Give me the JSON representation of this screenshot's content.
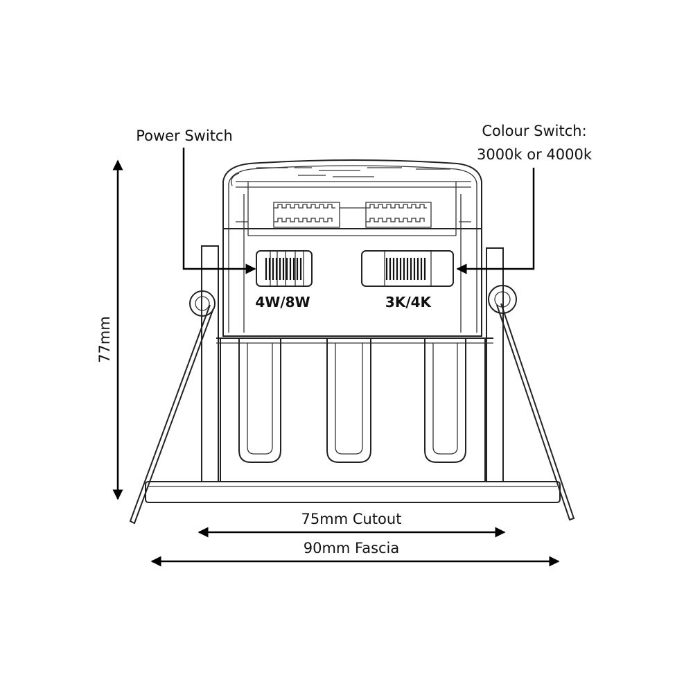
{
  "annotations": {
    "power_switch": "Power Switch",
    "colour_switch_line1": "Colour Switch:",
    "colour_switch_line2": "3000k or 4000k",
    "power_switch_marking": "4W/8W",
    "colour_switch_marking": "3K/4K"
  },
  "dimensions": {
    "height": "77mm",
    "cutout": "75mm Cutout",
    "fascia": "90mm Fascia"
  }
}
